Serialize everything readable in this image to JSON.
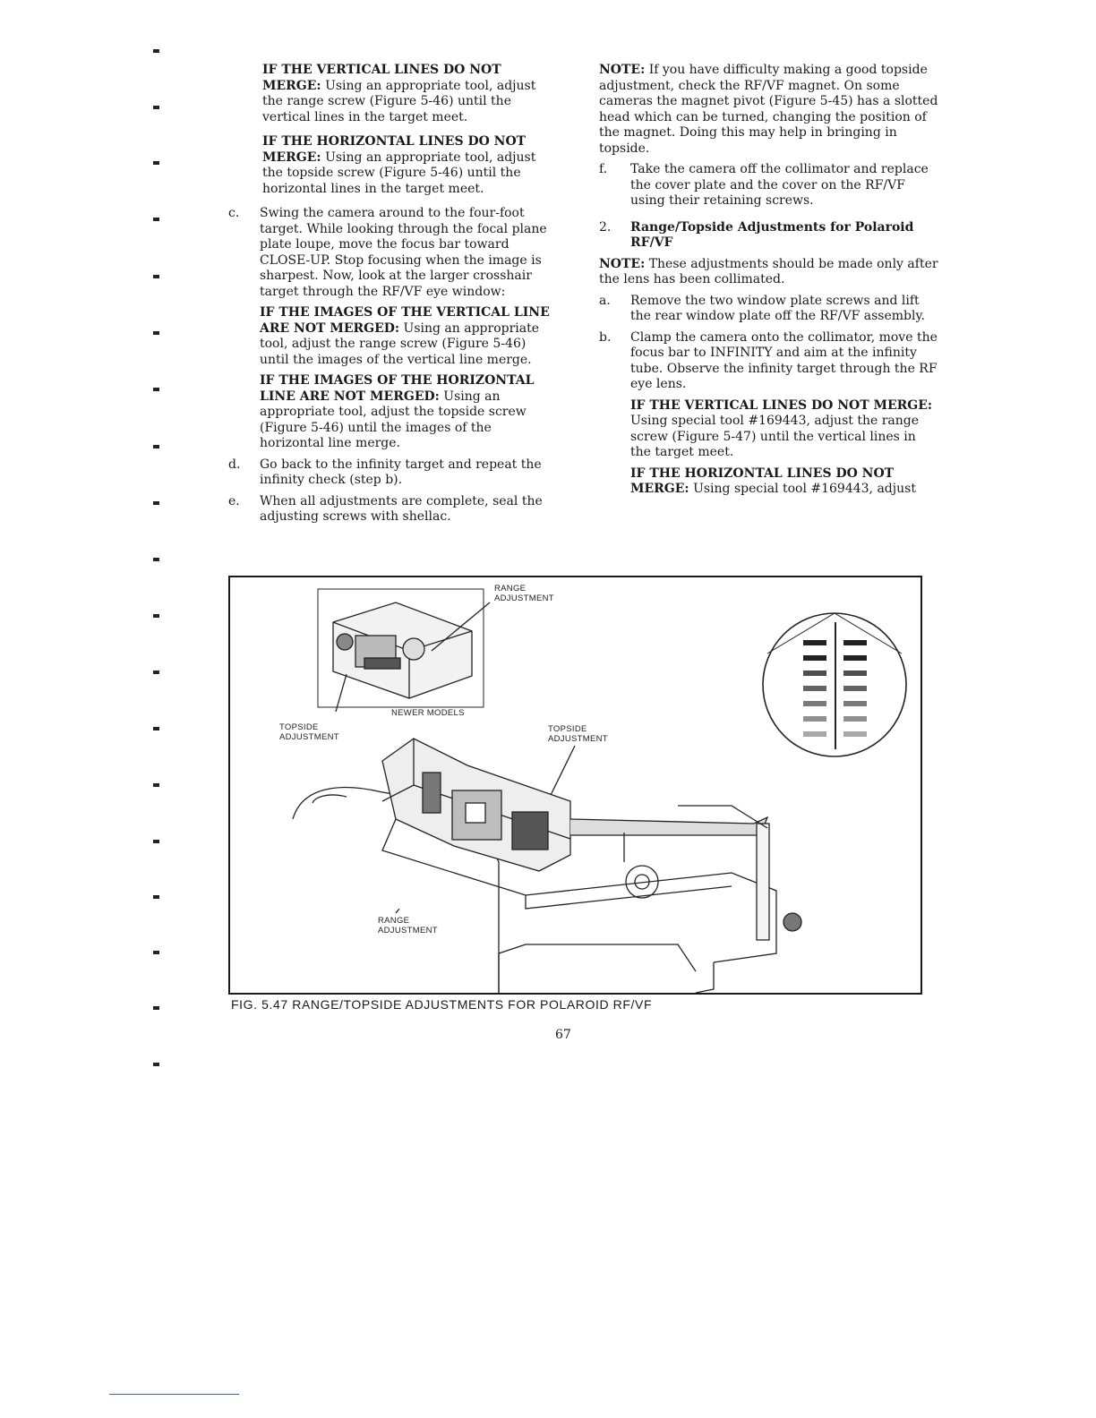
{
  "left_column": {
    "vertical_head": "IF THE VERTICAL LINES DO NOT MERGE:",
    "vertical_text": "Using an appropriate tool, adjust the range screw (Figure 5-46) until the vertical lines in the target meet.",
    "horizontal_head": "IF THE HORIZONTAL LINES DO NOT MERGE:",
    "horizontal_text": "Using an appropriate tool, adjust the topside screw (Figure 5-46) until the horizontal lines in the target meet.",
    "step_c_letter": "c.",
    "step_c_text": "Swing the camera around to the four-foot target. While looking through the focal plane plate loupe, move the focus bar toward CLOSE-UP. Stop focusing when the image is sharpest. Now, look at the larger crosshair target through the RF/VF eye window:",
    "images_vertical_head": "IF THE IMAGES OF THE VERTICAL LINE ARE NOT MERGED:",
    "images_vertical_text": "Using an appropriate tool, adjust the range screw (Figure 5-46) until the images of the vertical line merge.",
    "images_horizontal_head": "IF THE IMAGES OF THE HORIZONTAL LINE ARE NOT MERGED:",
    "images_horizontal_text": "Using an appropriate tool, adjust the topside screw (Figure 5-46) until the images of the horizontal line merge.",
    "step_d_letter": "d.",
    "step_d_text": "Go back to the infinity target and repeat the infinity check (step b).",
    "step_e_letter": "e.",
    "step_e_text": "When all adjustments are complete, seal the adjusting screws with shellac."
  },
  "right_column": {
    "note1_head": "NOTE:",
    "note1_text": "If you have difficulty making a good topside adjustment, check the RF/VF magnet. On some cameras the magnet pivot (Figure 5-45) has a slotted head which can be turned, changing the position of the magnet. Doing this may help in bringing in topside.",
    "step_f_letter": "f.",
    "step_f_text": "Take the camera off the collimator and replace the cover plate and the cover on the RF/VF using their retaining screws.",
    "section_number": "2.",
    "section_title": "Range/Topside Adjustments for Polaroid RF/VF",
    "note2_head": "NOTE:",
    "note2_text": "These adjustments should be made only after the lens has been collimated.",
    "step_a_letter": "a.",
    "step_a_text": "Remove the two window plate screws and lift the rear window plate off the RF/VF assembly.",
    "step_b_letter": "b.",
    "step_b_text": "Clamp the camera onto the collimator, move the focus bar to INFINITY and aim at the infinity tube. Observe the infinity target through the RF eye lens.",
    "vertical_head": "IF THE VERTICAL LINES DO NOT MERGE:",
    "vertical_text": "Using special tool #169443, adjust the range screw (Figure 5-47) until the vertical lines in the target meet.",
    "horizontal_head": "IF THE HORIZONTAL LINES DO NOT MERGE:",
    "horizontal_text": "Using special tool #169443, adjust"
  },
  "figure": {
    "label_range_top": "RANGE ADJUSTMENT",
    "label_newer_models": "NEWER MODELS",
    "label_topside_left": "TOPSIDE ADJUSTMENT",
    "label_topside_right": "TOPSIDE ADJUSTMENT",
    "label_range_bottom": "RANGE ADJUSTMENT",
    "caption": "FIG. 5.47 RANGE/TOPSIDE ADJUSTMENTS FOR POLAROID RF/VF"
  },
  "page_number": "67"
}
